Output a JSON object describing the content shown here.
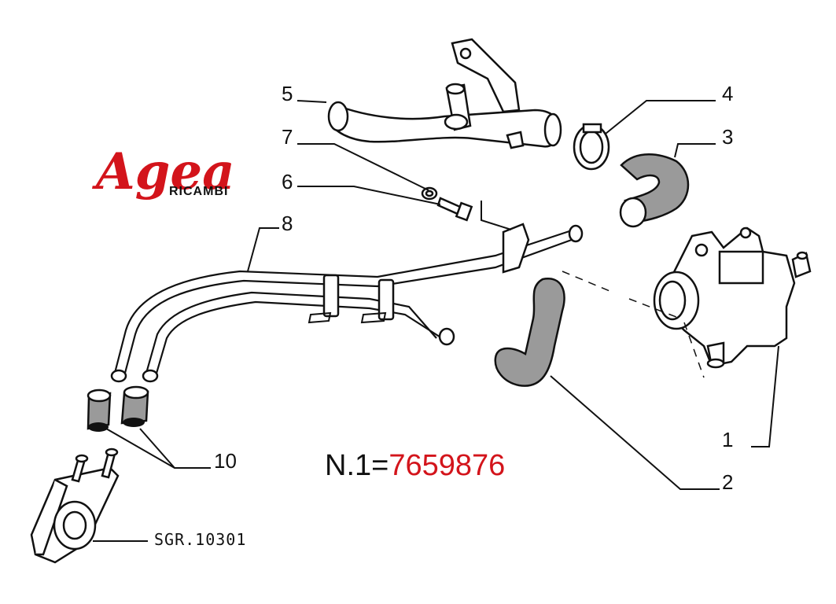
{
  "brand": {
    "name": "Agea",
    "subtitle": "RICAMBI",
    "color": "#d3141b"
  },
  "callouts": [
    "1",
    "2",
    "3",
    "4",
    "5",
    "6",
    "7",
    "8",
    "10"
  ],
  "drawing_code": "SGR.10301",
  "part_reference": {
    "prefix": "N.1=",
    "number": "7659876",
    "number_color": "#d3141b"
  }
}
